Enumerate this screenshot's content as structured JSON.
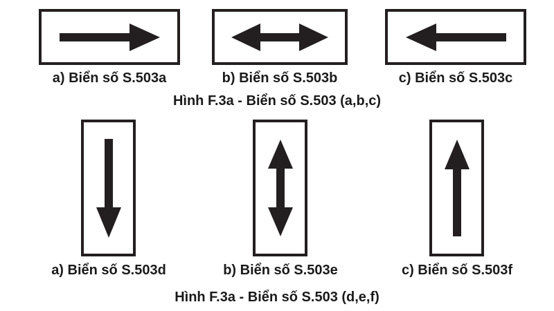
{
  "page": {
    "background_color": "#ffffff",
    "ink_color": "#231f20",
    "description": "Figure of Vietnamese supplementary traffic sign plates S.503"
  },
  "figures": [
    {
      "caption": "Hình F.3a - Biển số S.503 (a,b,c)",
      "signs": [
        {
          "label": "a) Biển số S.503a",
          "icon": "arrow-right",
          "orientation": "horizontal"
        },
        {
          "label": "b) Biển số S.503b",
          "icon": "arrow-left-right",
          "orientation": "horizontal"
        },
        {
          "label": "c) Biển số S.503c",
          "icon": "arrow-left",
          "orientation": "horizontal"
        }
      ]
    },
    {
      "caption": "Hình F.3a - Biển số S.503 (d,e,f)",
      "signs": [
        {
          "label": "a) Biển số S.503d",
          "icon": "arrow-down",
          "orientation": "vertical"
        },
        {
          "label": "b) Biển số S.503e",
          "icon": "arrow-up-down",
          "orientation": "vertical"
        },
        {
          "label": "c) Biển số S.503f",
          "icon": "arrow-up",
          "orientation": "vertical"
        }
      ]
    }
  ]
}
